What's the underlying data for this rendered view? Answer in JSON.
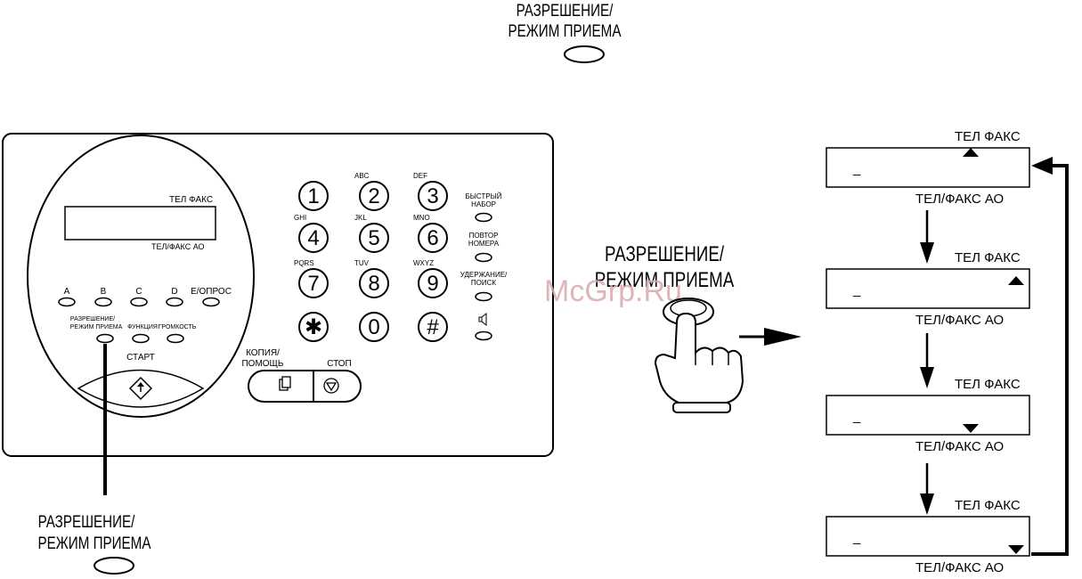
{
  "top_label": {
    "line1": "РАЗРЕШЕНИЕ/",
    "line2": "РЕЖИМ ПРИЕМА"
  },
  "bottom_label": {
    "line1": "РАЗРЕШЕНИЕ/",
    "line2": "РЕЖИМ ПРИЕМА"
  },
  "middle_label": {
    "line1": "РАЗРЕШЕНИЕ/",
    "line2": "РЕЖИМ ПРИЕМА"
  },
  "watermark": "McGrp.Ru",
  "device": {
    "display": {
      "top_label": "ТЕЛ ФАКС",
      "bottom_label": "ТЕЛ/ФАКС  АО"
    },
    "keys": [
      {
        "digit": "1",
        "letters": ""
      },
      {
        "digit": "2",
        "letters": "ABC"
      },
      {
        "digit": "3",
        "letters": "DEF"
      },
      {
        "digit": "4",
        "letters": "GHI"
      },
      {
        "digit": "5",
        "letters": "JKL"
      },
      {
        "digit": "6",
        "letters": "MNO"
      },
      {
        "digit": "7",
        "letters": "PQRS"
      },
      {
        "digit": "8",
        "letters": "TUV"
      },
      {
        "digit": "9",
        "letters": "WXYZ"
      },
      {
        "digit": "✱",
        "letters": ""
      },
      {
        "digit": "0",
        "letters": ""
      },
      {
        "digit": "#",
        "letters": ""
      }
    ],
    "side_buttons": [
      {
        "line1": "БЫСТРЫЙ",
        "line2": "НАБОР"
      },
      {
        "line1": "ПОВТОР",
        "line2": "НОМЕРА"
      },
      {
        "line1": "УДЕРЖАНИЕ/",
        "line2": "ПОИСК"
      }
    ],
    "speaker_icon": "speaker-icon",
    "one_touch": [
      "A",
      "B",
      "C",
      "D",
      "E/ОПРОС"
    ],
    "func_buttons": {
      "receive_mode": {
        "line1": "РАЗРЕШЕНИЕ/",
        "line2": "РЕЖИМ ПРИЕМА"
      },
      "function": "ФУНКЦИЯ",
      "volume": "ГРОМКОСТЬ"
    },
    "start": "СТАРТ",
    "copy": {
      "line1": "КОПИЯ/",
      "line2": "ПОМОЩЬ"
    },
    "stop": "СТОП"
  },
  "lcd_panels": [
    {
      "top": "ТЕЛ  ФАКС",
      "cursor": "_",
      "bottom": "ТЕЛ/ФАКС   АО",
      "marker": "up"
    },
    {
      "top": "ТЕЛ  ФАКС",
      "cursor": "_",
      "bottom": "ТЕЛ/ФАКС   АО",
      "marker": "up"
    },
    {
      "top": "ТЕЛ  ФАКС",
      "cursor": "_",
      "bottom": "ТЕЛ/ФАКС   АО",
      "marker": "down"
    },
    {
      "top": "ТЕЛ  ФАКС",
      "cursor": "_",
      "bottom": "ТЕЛ/ФАКС   АО",
      "marker": "down"
    }
  ]
}
